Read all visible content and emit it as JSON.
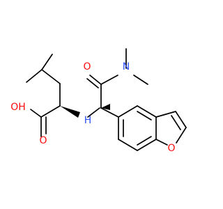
{
  "molecule": {
    "atoms": {
      "oh": "OH",
      "o_carbonyl_acid": "O",
      "nh": "H",
      "n_amide": "N",
      "o_amide": "O",
      "o_furan": "O"
    },
    "colors": {
      "oxygen": "#ff0d0d",
      "nitrogen": "#3050f8",
      "bond": "#000000"
    }
  }
}
